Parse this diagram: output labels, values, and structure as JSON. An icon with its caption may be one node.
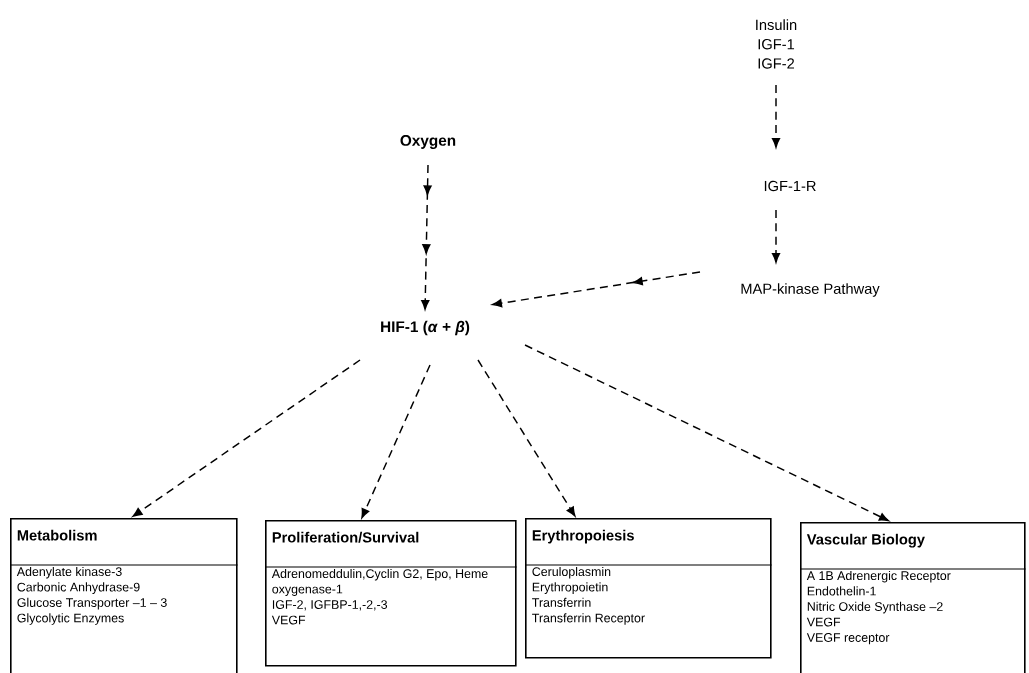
{
  "diagram": {
    "nodes": [
      {
        "text": [
          "Oxygen"
        ]
      },
      {
        "text": [
          "Insulin",
          "IGF-1",
          "IGF-2"
        ]
      },
      {
        "text": [
          "IGF-1-R"
        ]
      },
      {
        "text": [
          "MAP-kinase Pathway"
        ]
      },
      {
        "text": [
          "HIF-1 (*α* + *β*)"
        ]
      },
      {
        "text": [
          "Metabolism",
          "Adenylate kinase-3",
          "Carbonic Anhydrase-9",
          "Glucose Transporter –1 – 3",
          "Glycolytic Enzymes"
        ]
      },
      {
        "text": [
          "Proliferation/Survival",
          "Adrenomeddulin,Cyclin G2, Epo, Heme oxygenase-1",
          "IGF-2, IGFBP-1,-2,-3",
          "VEGF"
        ]
      },
      {
        "text": [
          "Erythropoiesis",
          "Ceruloplasmin",
          "Erythropoietin",
          "Transferrin",
          "Transferrin Receptor"
        ]
      },
      {
        "text": [
          "Vascular Biology",
          "A 1B Adrenergic Receptor",
          "Endothelin-1",
          "Nitric Oxide Synthase –2",
          "VEGF",
          "VEGF receptor"
        ]
      }
    ],
    "edges": [
      {
        "from": 0,
        "to": 4,
        "arrow": "to",
        "style": "dashed"
      },
      {
        "from": 1,
        "to": 2,
        "arrow": "to",
        "style": "dashed"
      },
      {
        "from": 2,
        "to": 3,
        "arrow": "to",
        "style": "dashed"
      },
      {
        "from": 3,
        "to": 4,
        "arrow": "to",
        "style": "dashed"
      },
      {
        "from": 4,
        "to": 5,
        "arrow": "to",
        "style": "dashed"
      },
      {
        "from": 4,
        "to": 6,
        "arrow": "to",
        "style": "dashed"
      },
      {
        "from": 4,
        "to": 7,
        "arrow": "to",
        "style": "dashed"
      },
      {
        "from": 4,
        "to": 8,
        "arrow": "to",
        "style": "dashed"
      }
    ]
  }
}
